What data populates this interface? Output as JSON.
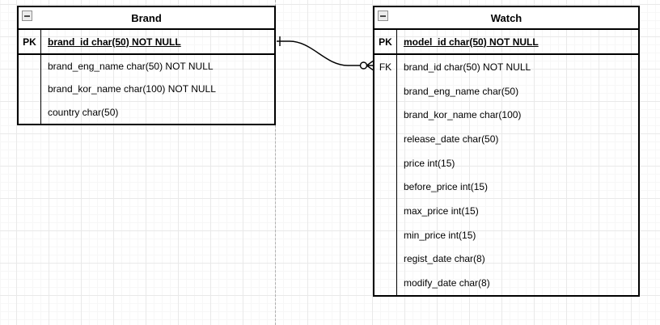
{
  "canvas": {
    "background_color": "#ffffff",
    "grid_minor_color": "#f7f7f7",
    "grid_major_color": "#e9e9e9",
    "page_break_color": "#b0b0b0",
    "table_border_color": "#000000",
    "title_fill_color": "#ffffff"
  },
  "tables": [
    {
      "title": "Brand",
      "collapse_icon": "minus-square-icon",
      "rows": [
        {
          "key": "PK",
          "text": "brand_id char(50) NOT NULL"
        },
        {
          "key": "",
          "text": "brand_eng_name char(50) NOT NULL"
        },
        {
          "key": "",
          "text": "brand_kor_name char(100) NOT NULL"
        },
        {
          "key": "",
          "text": "country char(50)"
        }
      ]
    },
    {
      "title": "Watch",
      "collapse_icon": "minus-square-icon",
      "rows": [
        {
          "key": "PK",
          "text": "model_id char(50) NOT NULL"
        },
        {
          "key": "FK",
          "text": "brand_id char(50) NOT NULL"
        },
        {
          "key": "",
          "text": "brand_eng_name char(50)"
        },
        {
          "key": "",
          "text": "brand_kor_name char(100)"
        },
        {
          "key": "",
          "text": "release_date char(50)"
        },
        {
          "key": "",
          "text": "price int(15)"
        },
        {
          "key": "",
          "text": "before_price int(15)"
        },
        {
          "key": "",
          "text": "max_price int(15)"
        },
        {
          "key": "",
          "text": "min_price int(15)"
        },
        {
          "key": "",
          "text": "regist_date char(8)"
        },
        {
          "key": "",
          "text": "modify_date char(8)"
        }
      ]
    }
  ],
  "relationship": {
    "from_table": "Brand",
    "to_table": "Watch",
    "from_marker": "one-tick",
    "to_marker": "zero-or-many-crowsfoot"
  }
}
